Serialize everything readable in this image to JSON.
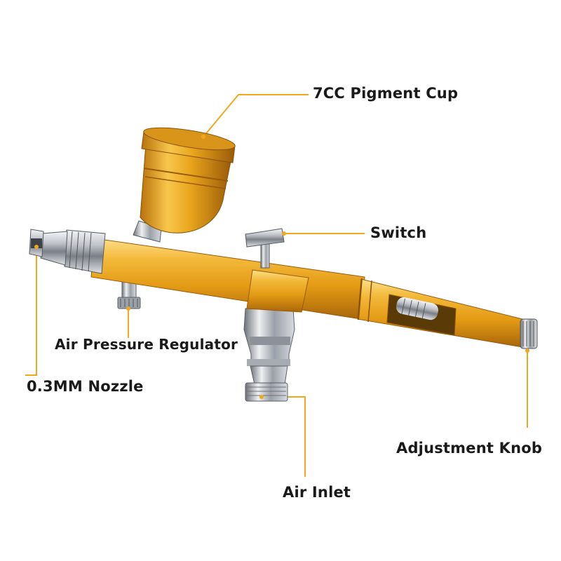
{
  "labels": {
    "pigment_cup": "7CC Pigment Cup",
    "switch": "Switch",
    "air_pressure_regulator": "Air Pressure Regulator",
    "nozzle": "0.3MM Nozzle",
    "adjustment_knob": "Adjustment Knob",
    "air_inlet": "Air Inlet"
  },
  "colors": {
    "gold": "#e8a51c",
    "gold_dark": "#b8720a",
    "gold_light": "#fbd36a",
    "chrome": "#c9ccd1",
    "chrome_dark": "#6d7178",
    "leader_line": "#f0a81e"
  }
}
